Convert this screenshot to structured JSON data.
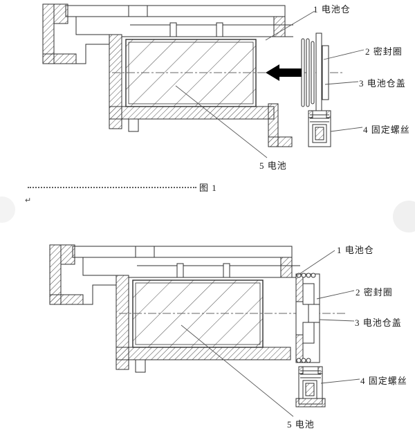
{
  "figure1": {
    "caption": "图 1",
    "labels": [
      {
        "text": "1 电池仓"
      },
      {
        "text": "2 密封圈"
      },
      {
        "text": "3 电池仓盖"
      },
      {
        "text": "4 固定螺丝"
      },
      {
        "text": "5 电池"
      }
    ]
  },
  "figure2": {
    "labels": [
      {
        "text": "1 电池仓"
      },
      {
        "text": "2 密封圈"
      },
      {
        "text": "3 电池仓盖"
      },
      {
        "text": "4 固定螺丝"
      },
      {
        "text": "5 电池"
      }
    ]
  },
  "artifacts": {
    "return_mark": "↵"
  }
}
